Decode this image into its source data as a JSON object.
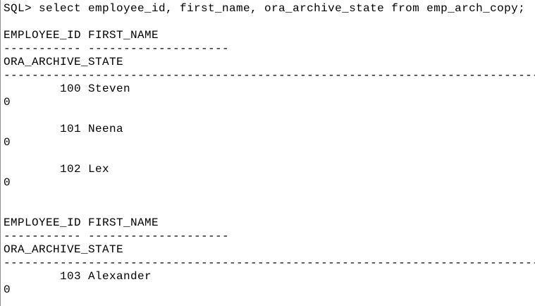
{
  "colors": {
    "background": "#ffffff",
    "text": "#000000",
    "window_border": "#909090"
  },
  "command": {
    "prompt": "SQL>",
    "sql": "select employee_id, first_name, ora_archive_state from emp_arch_copy;"
  },
  "result": {
    "columns": [
      "EMPLOYEE_ID",
      "FIRST_NAME",
      "ORA_ARCHIVE_STATE"
    ],
    "rows": [
      {
        "employee_id": 100,
        "first_name": "Steven",
        "ora_archive_state": 0
      },
      {
        "employee_id": 101,
        "first_name": "Neena",
        "ora_archive_state": 0
      },
      {
        "employee_id": 102,
        "first_name": "Lex",
        "ora_archive_state": 0
      },
      {
        "employee_id": 103,
        "first_name": "Alexander",
        "ora_archive_state": 0
      }
    ]
  },
  "screen_lines": [
    "SQL> select employee_id, first_name, ora_archive_state from emp_arch_copy;",
    "",
    "EMPLOYEE_ID FIRST_NAME",
    "----------- --------------------",
    "ORA_ARCHIVE_STATE",
    "--------------------------------------------------------------------------------",
    "        100 Steven",
    "0",
    "",
    "        101 Neena",
    "0",
    "",
    "        102 Lex",
    "0",
    "",
    "",
    "EMPLOYEE_ID FIRST_NAME",
    "----------- --------------------",
    "ORA_ARCHIVE_STATE",
    "--------------------------------------------------------------------------------",
    "        103 Alexander",
    "0"
  ]
}
